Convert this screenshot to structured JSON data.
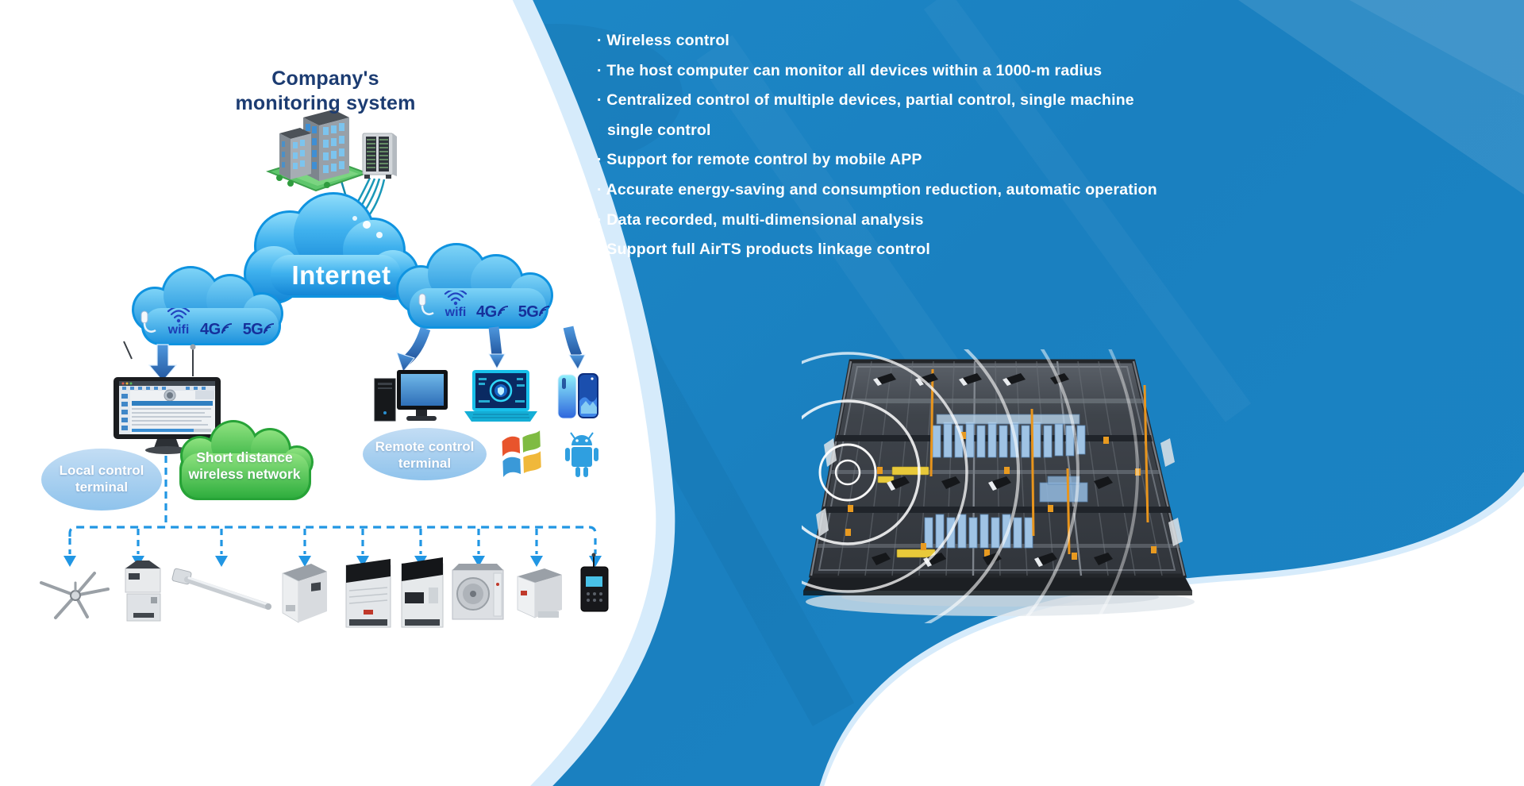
{
  "colors": {
    "background_blue": "#1a82c3",
    "panel_white": "#ffffff",
    "panel_edge_lightblue": "#d6ebfb",
    "title_navy": "#1c3c72",
    "feature_text": "#ffffff",
    "cloud_blue": "#1f93dd",
    "network_text_blue": "#1d3db4",
    "green_cloud": "#31b13f",
    "bubble_lightblue": "#a9d3f1",
    "connector_blue": "#2196e3",
    "warehouse_orange": "#e8951d"
  },
  "diagram": {
    "title": "Company's\nmonitoring system",
    "internet_label": "Internet",
    "left_cloud": {
      "wifi_label": "wifi",
      "g4_label": "4G",
      "g5_label": "5G"
    },
    "right_cloud": {
      "wifi_label": "wifi",
      "g4_label": "4G",
      "g5_label": "5G"
    },
    "local_terminal_label": "Local control\nterminal",
    "short_distance_label": "Short distance\nwireless network",
    "remote_terminal_label": "Remote control\nterminal"
  },
  "features": {
    "items": [
      "· Wireless control",
      "· The host computer can monitor all devices within a 1000-m radius",
      "· Centralized control of multiple devices, partial control, single machine\nsingle control",
      "· Support for remote control by mobile APP",
      "· Accurate energy-saving and consumption reduction, automatic operation",
      "· Data recorded, multi-dimensional analysis",
      "· Support full AirTS products linkage control"
    ]
  },
  "icons": [
    "building-icon",
    "server-rack-icon",
    "internet-cloud-icon",
    "wifi-icon",
    "4g-icon",
    "5g-icon",
    "antenna-icon",
    "down-arrow-icon",
    "control-monitor-icon",
    "desktop-computer-icon",
    "laptop-icon",
    "smartphone-icon",
    "windows-logo-icon",
    "android-logo-icon",
    "hvls-fan-icon",
    "temperature-probe-icon",
    "air-unit-icon",
    "fan-coil-icon",
    "controller-icon",
    "signal-waves-icon",
    "warehouse-render"
  ]
}
